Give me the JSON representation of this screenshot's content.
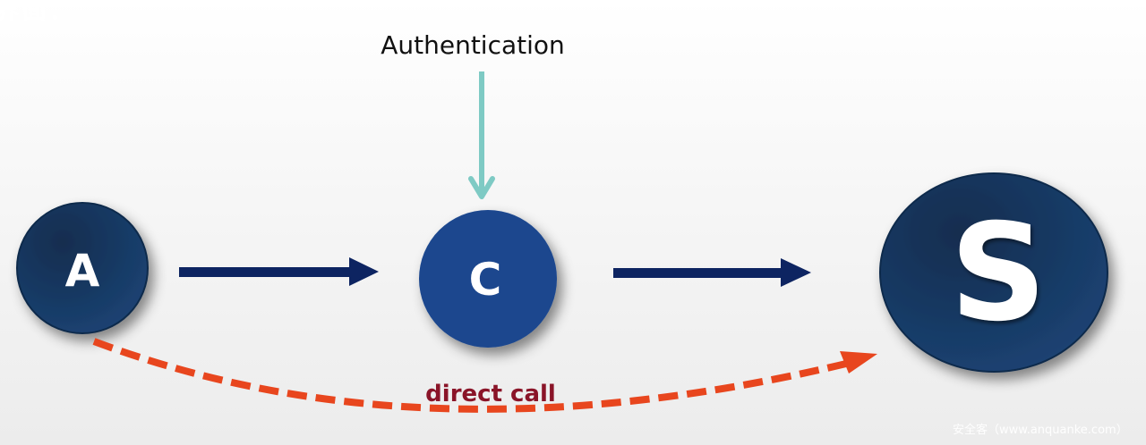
{
  "header": {
    "cropped_title": "界面："
  },
  "labels": {
    "authentication": "Authentication",
    "direct_call": "direct call"
  },
  "nodes": [
    {
      "id": "A",
      "label": "A",
      "role": "client"
    },
    {
      "id": "C",
      "label": "C",
      "role": "authenticator"
    },
    {
      "id": "S",
      "label": "S",
      "role": "server"
    }
  ],
  "edges": [
    {
      "from": "A",
      "to": "C",
      "style": "solid",
      "color": "#0d2461"
    },
    {
      "from": "C",
      "to": "S",
      "style": "solid",
      "color": "#0d2461"
    },
    {
      "from": "Authentication",
      "to": "C",
      "style": "solid",
      "color": "#7ecac4"
    },
    {
      "from": "A",
      "to": "S",
      "style": "dashed",
      "color": "#e8461e",
      "label": "direct call"
    }
  ],
  "colors": {
    "node_dark": "#173a62",
    "node_c": "#1a468e",
    "label_direct": "#8a1428",
    "arrow_main": "#0d2461",
    "arrow_auth": "#7ecac4",
    "arrow_direct": "#e8461e"
  },
  "watermark": "安全客（www.anquanke.com）"
}
